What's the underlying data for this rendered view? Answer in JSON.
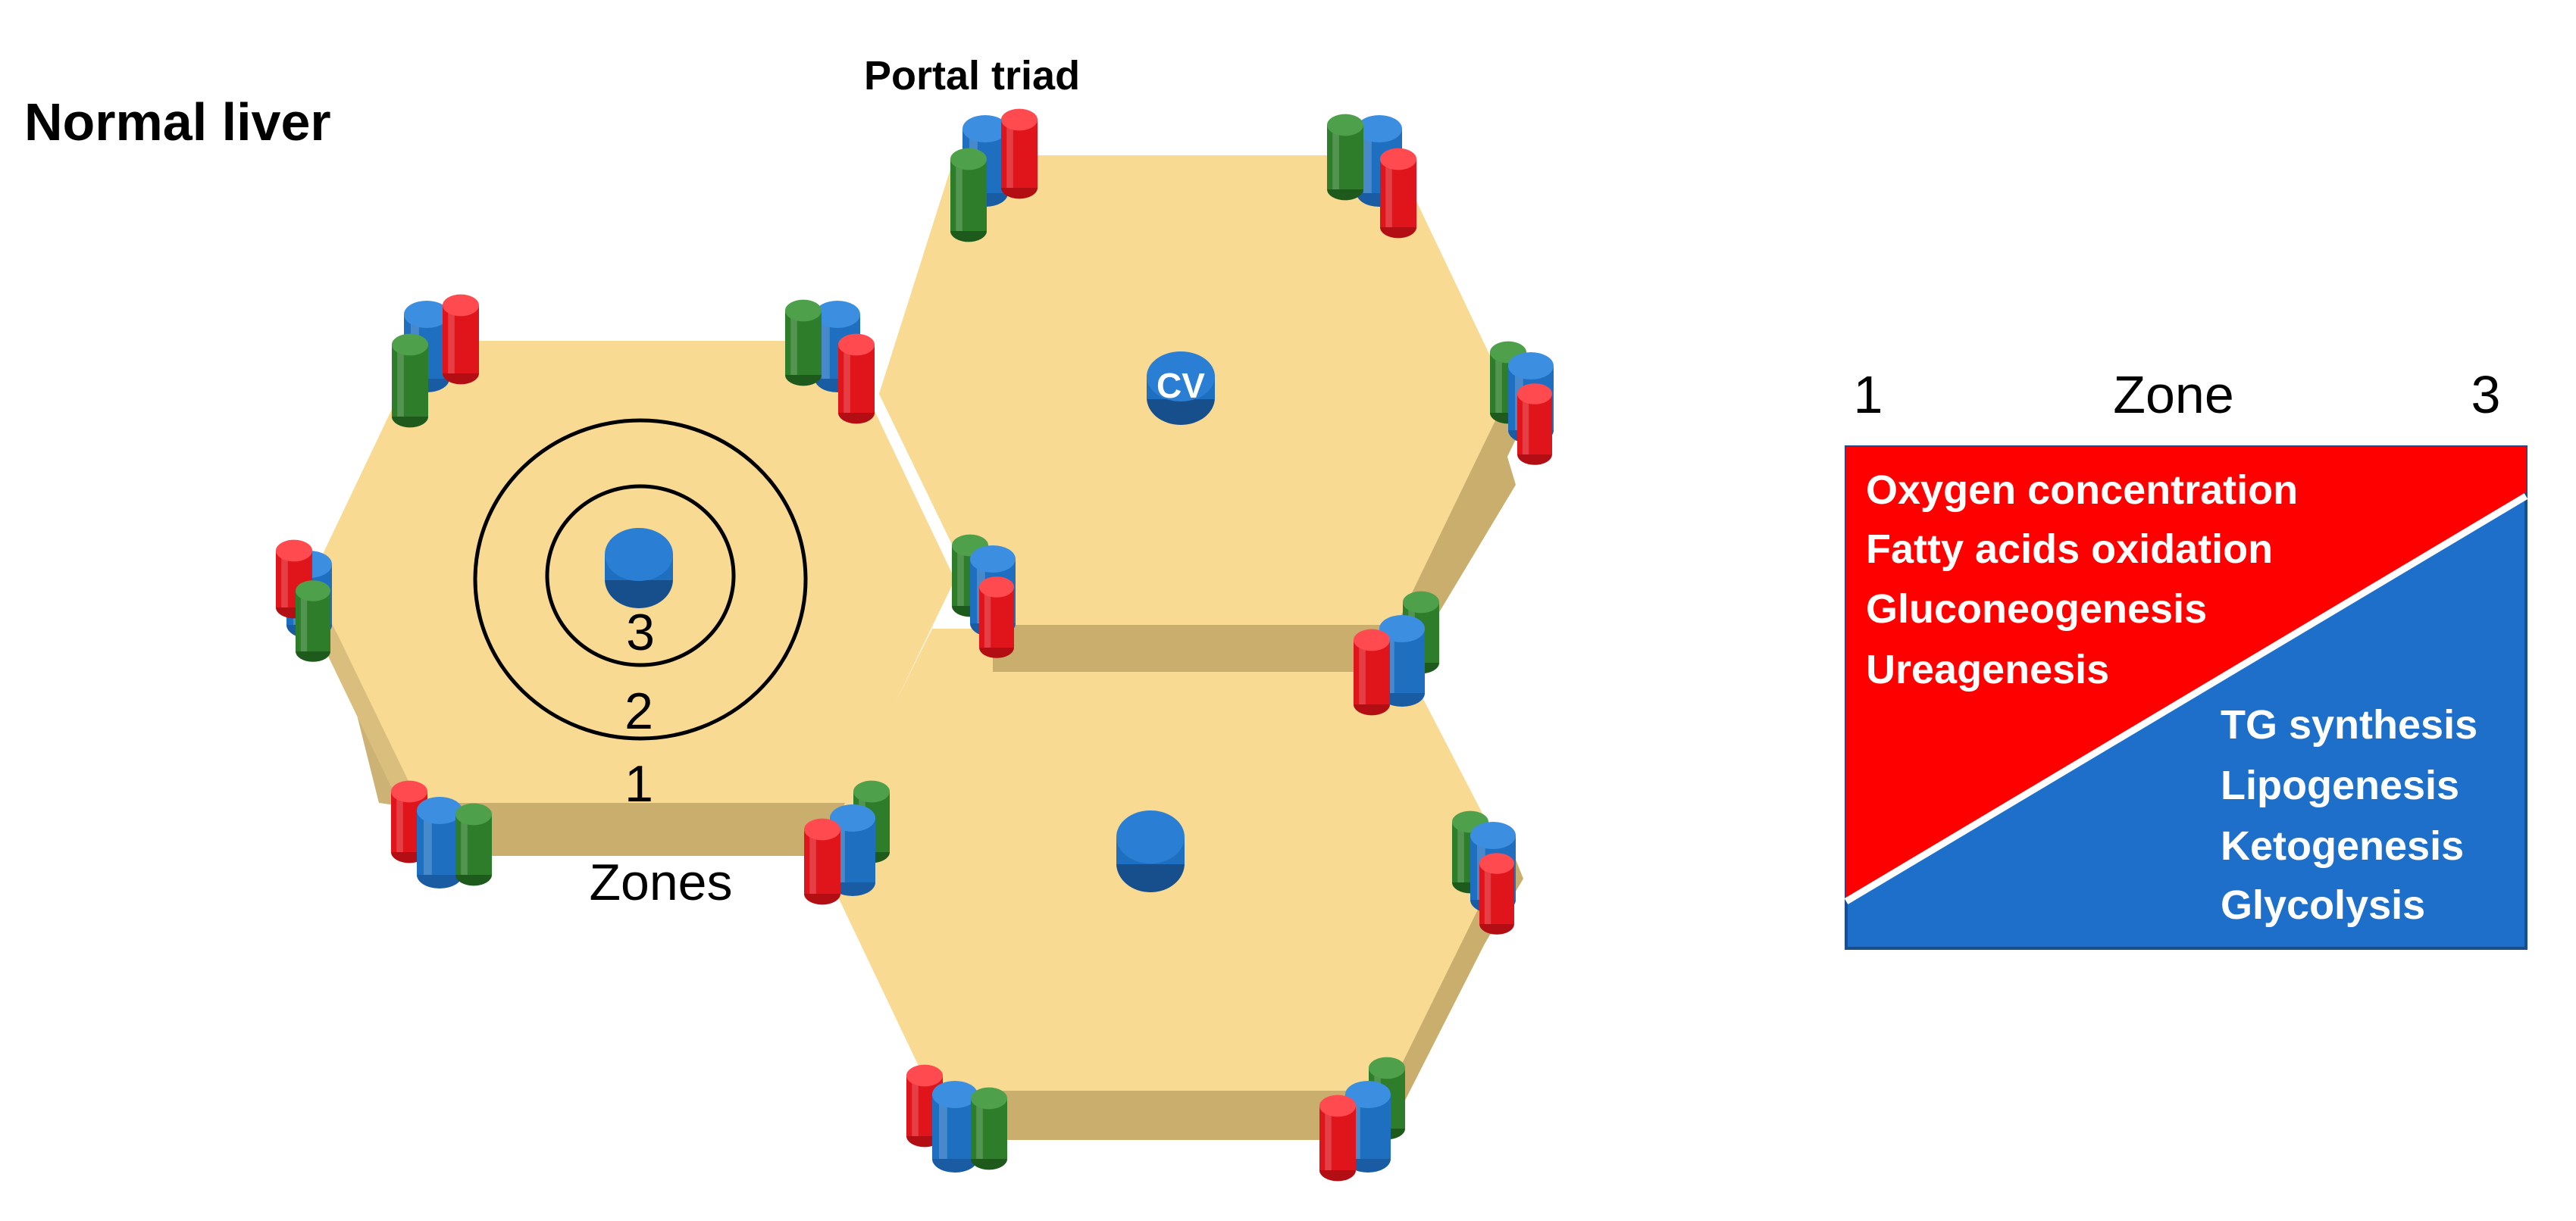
{
  "title": "Normal liver",
  "portal_triad_label": "Portal triad",
  "central_vein_label": "CV",
  "zones": {
    "label": "Zones",
    "numbers": [
      "3",
      "2",
      "1"
    ]
  },
  "zone_scale": {
    "left": "1",
    "center": "Zone",
    "right": "3"
  },
  "zone1_functions": [
    "Oxygen concentration",
    "Fatty acids oxidation",
    "Gluconeogenesis",
    "Ureagenesis"
  ],
  "zone3_functions": [
    "TG synthesis",
    "Lipogenesis",
    "Ketogenesis",
    "Glycolysis"
  ],
  "colors": {
    "hexagon_top": "#F8DA93",
    "hexagon_side": "#C9AE6E",
    "vessel_blue": "#1F6FC0",
    "vessel_red": "#E0141B",
    "vessel_green": "#2E7D2B",
    "panel_red": "#FF0000",
    "panel_blue": "#1E6FCA"
  }
}
